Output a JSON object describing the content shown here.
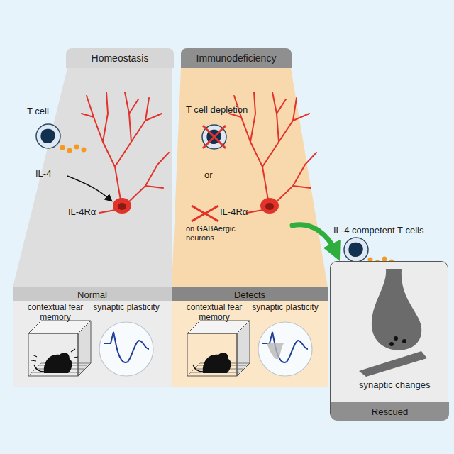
{
  "diagram": {
    "nodes": [
      {
        "text": [
          "Homeostasis"
        ]
      },
      {
        "text": [
          "Immunodeficiency"
        ]
      },
      {
        "text": [
          "Normal"
        ]
      },
      {
        "text": [
          "Defects"
        ]
      },
      {
        "text": [
          "synaptic changes"
        ]
      },
      {
        "text": [
          "Rescued"
        ],
        "in": 4
      }
    ],
    "labels": [
      "T cell",
      "IL-4",
      "IL-4Rα",
      "contextual fear memory",
      "synaptic plasticity",
      "T cell depletion",
      "or",
      "IL-4Rα",
      "on GABAergic neurons",
      "contextual fear memory",
      "synaptic plasticity",
      "IL-4 competent T cells"
    ]
  }
}
